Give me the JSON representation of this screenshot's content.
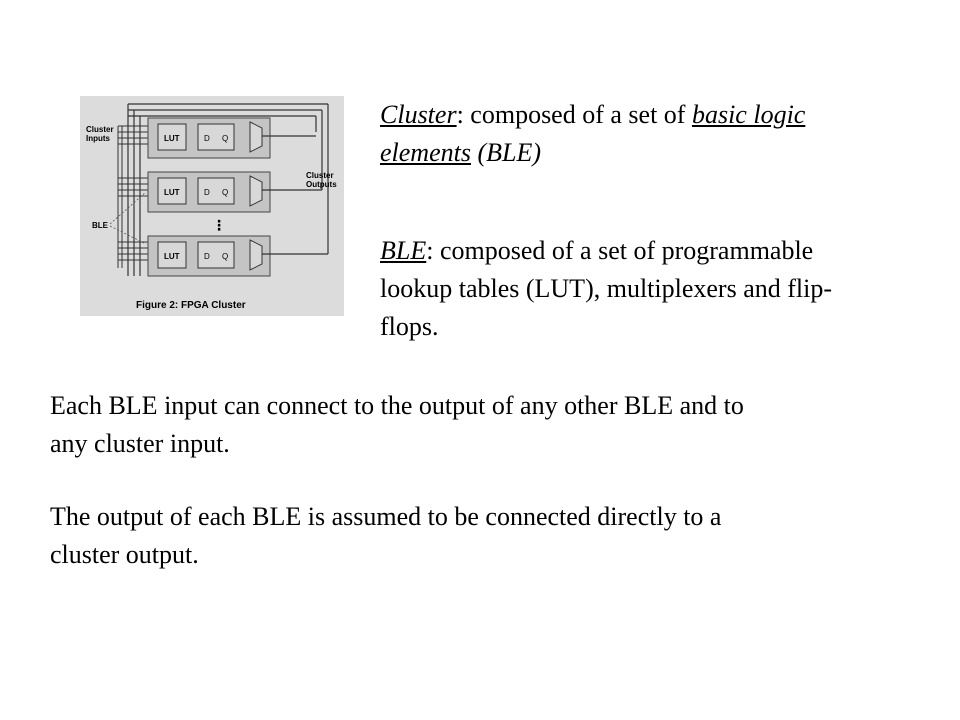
{
  "figure": {
    "caption": "Figure 2: FPGA Cluster",
    "cluster_inputs_label_line1": "Cluster",
    "cluster_inputs_label_line2": "Inputs",
    "cluster_outputs_label_line1": "Cluster",
    "cluster_outputs_label_line2": "Outputs",
    "ble_label": "BLE",
    "lut_label": "LUT",
    "ff_d_label": "D",
    "ff_q_label": "Q",
    "ellipsis": "⋮"
  },
  "definitions": {
    "cluster_term": "Cluster",
    "cluster_text_pre": ": composed of a set of ",
    "cluster_ble_link_1": "basic logic",
    "cluster_ble_link_2": "elements",
    "cluster_suffix": " (BLE)",
    "ble_term": "BLE",
    "ble_text_line1": ": composed of a set of programmable",
    "ble_text_line2": "lookup tables (LUT), multiplexers and flip-",
    "ble_text_line3": "flops."
  },
  "body": {
    "p1_line1": "Each BLE input can connect to the output of any other BLE and to",
    "p1_line2": "any cluster input.",
    "p2_line1": "The output of each BLE is assumed to be connected directly to a",
    "p2_line2": "cluster output."
  }
}
